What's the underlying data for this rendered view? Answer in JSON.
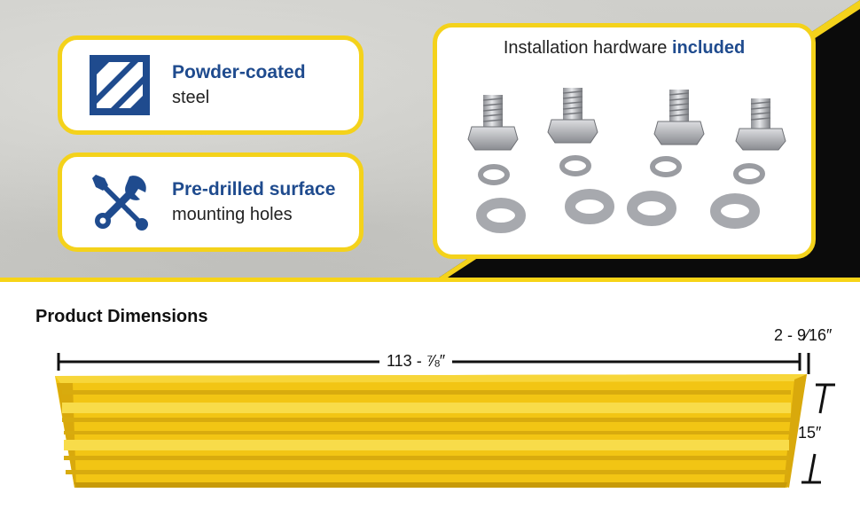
{
  "colors": {
    "accent_yellow": "#f4d21b",
    "brand_blue": "#1f4b8e",
    "rail_yellow": "#f2c514"
  },
  "features": [
    {
      "icon": "striped-square-icon",
      "title": "Powder-coated",
      "subtitle": "steel"
    },
    {
      "icon": "wrench-screwdriver-icon",
      "title": "Pre-drilled surface",
      "subtitle": "mounting holes"
    }
  ],
  "hardware": {
    "title_prefix": "Installation hardware ",
    "title_emphasis": "included",
    "items": [
      "bolt",
      "bolt",
      "bolt",
      "bolt",
      "lock-washer",
      "lock-washer",
      "lock-washer",
      "lock-washer",
      "flat-washer",
      "flat-washer",
      "flat-washer",
      "flat-washer"
    ]
  },
  "dimensions": {
    "title": "Product Dimensions",
    "length": "113 - ⅞″",
    "depth": "2 - 9⁄16″",
    "height": "15″"
  }
}
